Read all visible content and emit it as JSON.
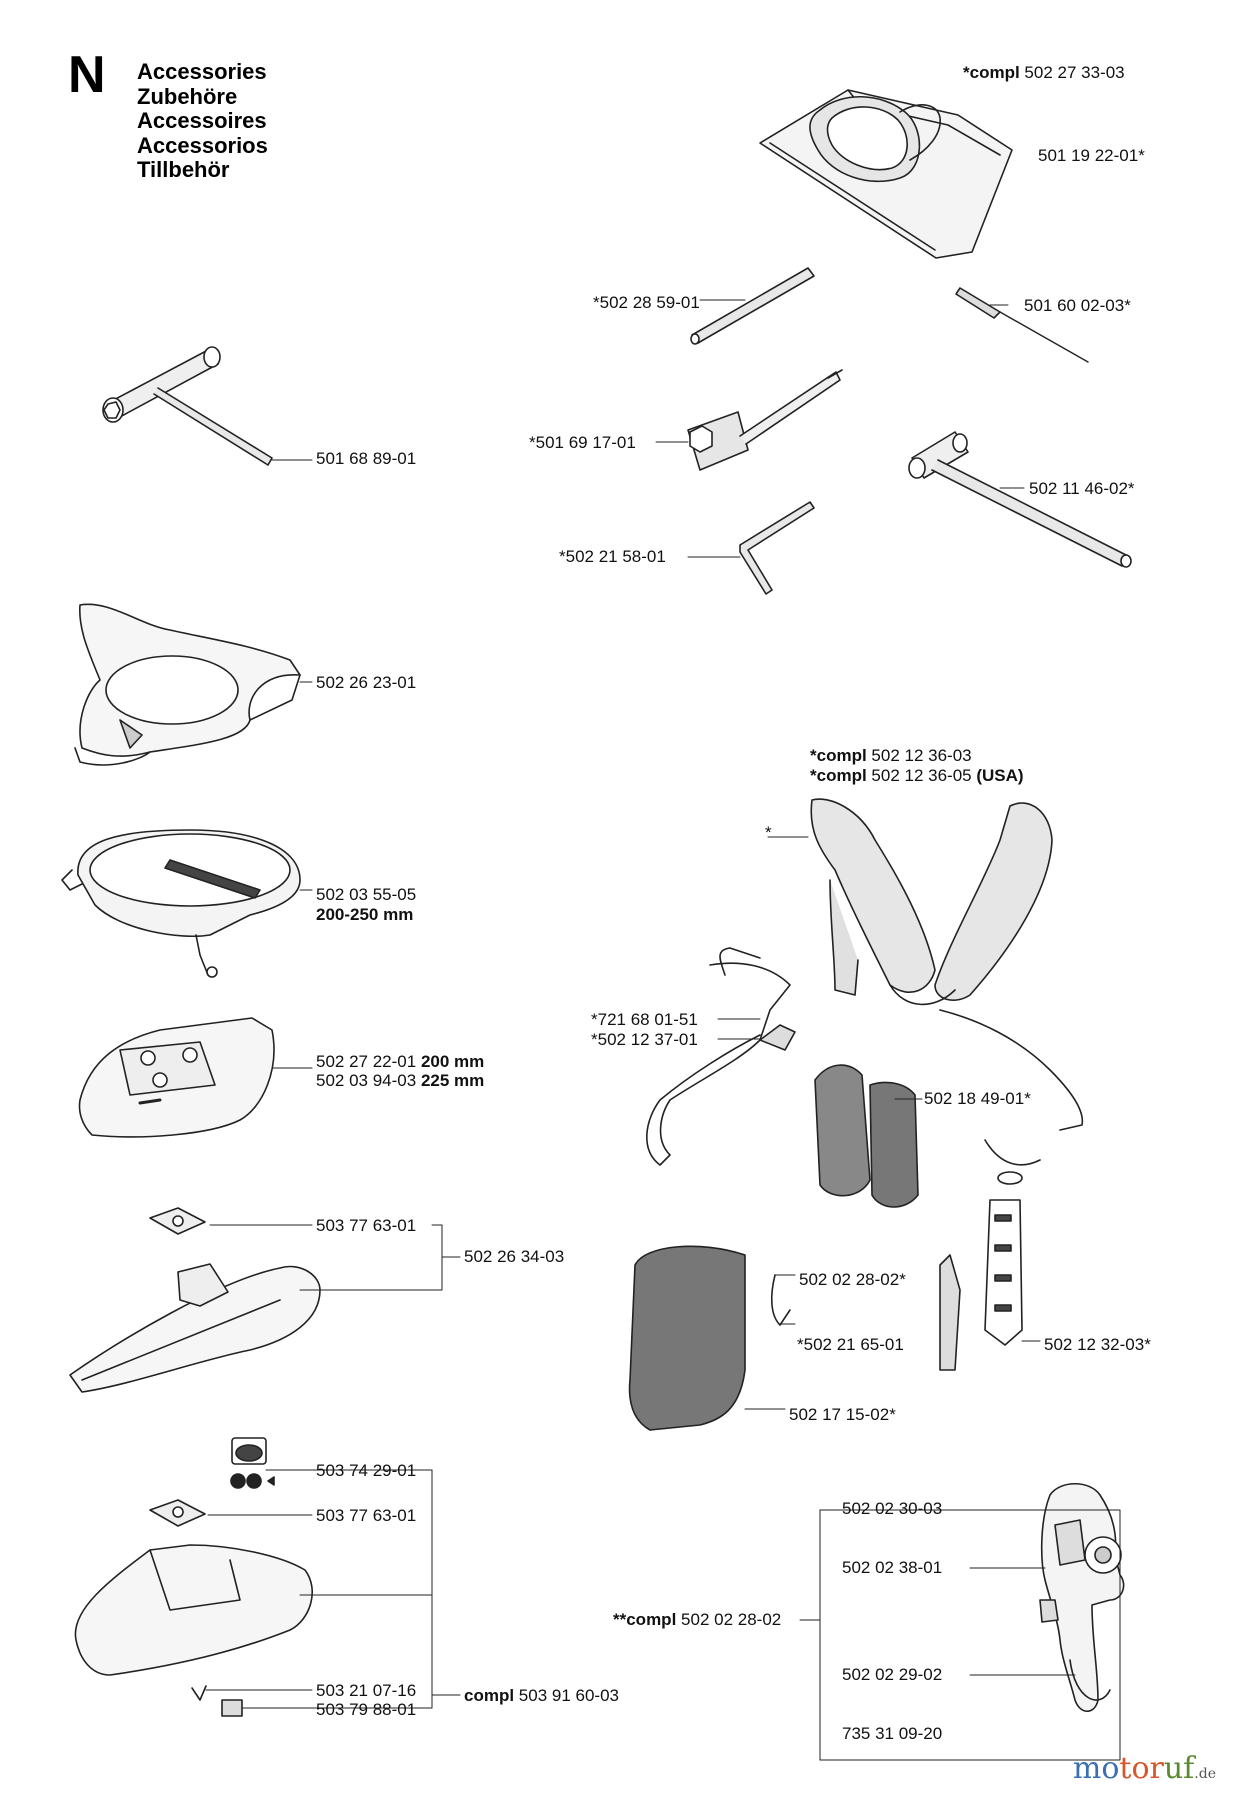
{
  "section": {
    "letter": "N",
    "titles": [
      "Accessories",
      "Zubehöre",
      "Accessoires",
      "Accessorios",
      "Tillbehör"
    ]
  },
  "labels": {
    "bag_compl_prefix": "*compl",
    "bag_compl": "502 27 33-03",
    "bag": "501 19 22-01*",
    "rod": "*502 28 59-01",
    "file": "501 60 02-03*",
    "tbar_wrench": "501 68 89-01",
    "spark_wrench": "*501 69 17-01",
    "tbox_wrench": "502 11 46-02*",
    "hex_key": "*502 21 58-01",
    "support_cup": "502 26 23-01",
    "ring_guard": "502 03 55-05",
    "ring_guard_size": "200-250 mm",
    "grass_guard_a": "502 27 22-01",
    "grass_guard_a_size": "200 mm",
    "grass_guard_b": "502 03 94-03",
    "grass_guard_b_size": "225 mm",
    "blade_plate": "503 77 63-01",
    "blade_guard_kit": "502 26 34-03",
    "trimmer_head_cap": "503 74 29-01",
    "trimmer_plate": "503 77 63-01",
    "screw": "503 21 07-16",
    "clamp": "503 79 88-01",
    "trimmer_kit_prefix": "compl",
    "trimmer_kit": "503 91 60-03",
    "harness_compl_prefix": "*compl",
    "harness_compl": "502 12 36-03",
    "harness_compl_usa_prefix": "*compl",
    "harness_compl_usa": "502 12 36-05",
    "harness_compl_usa_suffix": "(USA)",
    "harness_star": "*",
    "clip": "*721 68 01-51",
    "buckle": "*502 12 37-01",
    "hip_pads": "502 18 49-01*",
    "hook": "502 02 28-02*",
    "snap": "*502 21 65-01",
    "strap": "502 12 32-03*",
    "hip_pad": "502 17 15-02*",
    "handle_part_a": "502 02 30-03",
    "handle_part_b": "502 02 38-01",
    "handle_compl_prefix": "**compl",
    "handle_compl": "502 02 28-02",
    "handle_part_c": "502 02 29-02",
    "handle_part_d": "735 31 09-20"
  },
  "brand": {
    "name": "motoruf",
    "tld": ".de",
    "colors": [
      "#3a6fb0",
      "#d8562b",
      "#5a8a2e"
    ]
  }
}
